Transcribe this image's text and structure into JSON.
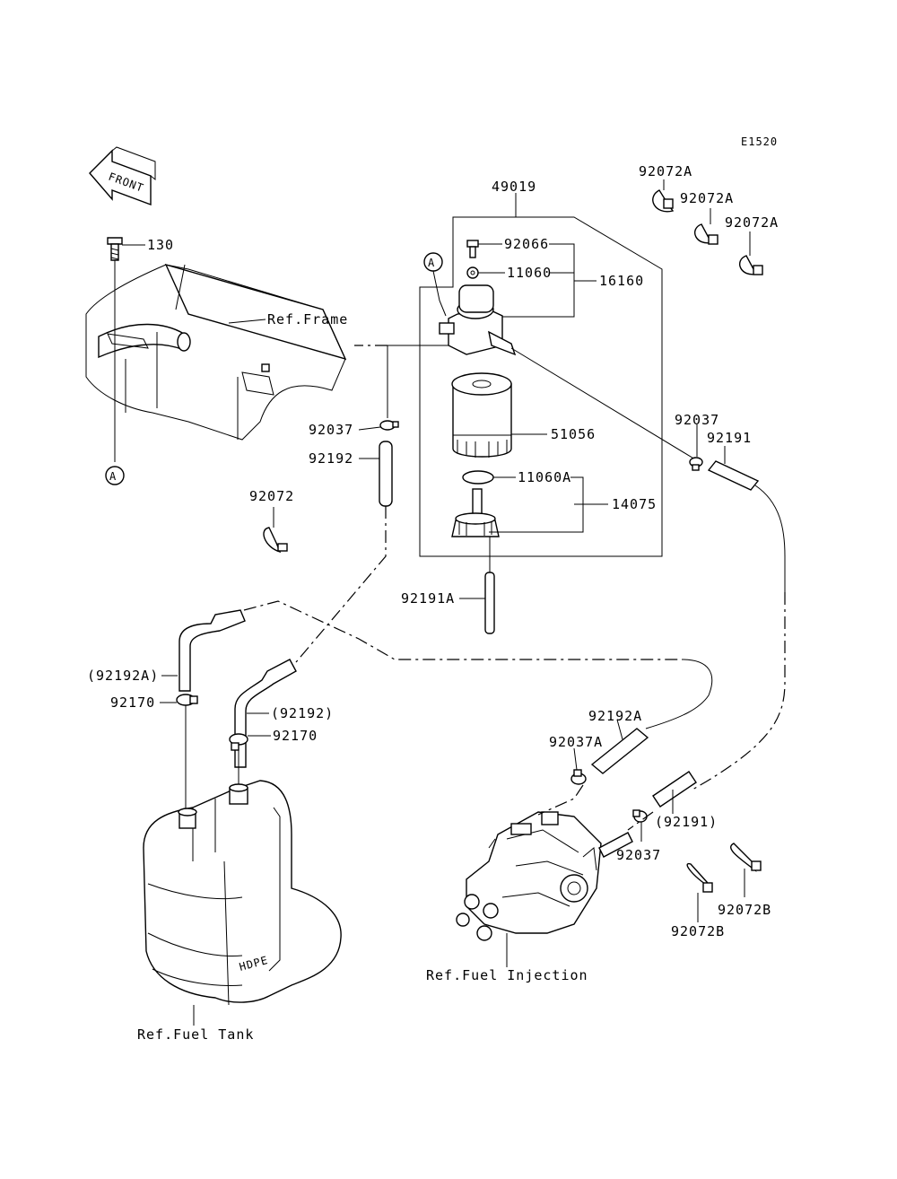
{
  "diagram_code": "E1520",
  "front_label": "FRONT",
  "callout_a": "A",
  "labels": {
    "p49019": "49019",
    "p92066": "92066",
    "p11060": "11060",
    "p16160": "16160",
    "p51056": "51056",
    "p11060A": "11060A",
    "p14075": "14075",
    "p92191A": "92191A",
    "p92037_top": "92037",
    "p92192_top": "92192",
    "p92072": "92072",
    "p92072A_1": "92072A",
    "p92072A_2": "92072A",
    "p92072A_3": "92072A",
    "p92037_right": "92037",
    "p92191_right": "92191",
    "p130": "130",
    "ref_frame": "Ref.Frame",
    "p92192A_paren": "(92192A)",
    "p92170_left": "92170",
    "p92192_paren": "(92192)",
    "p92170_mid": "92170",
    "p92192A": "92192A",
    "p92037A": "92037A",
    "p92191_paren": "(92191)",
    "p92037_bottom": "92037",
    "p92072B_1": "92072B",
    "p92072B_2": "92072B",
    "ref_fuel_injection": "Ref.Fuel Injection",
    "ref_fuel_tank": "Ref.Fuel Tank",
    "tank_marking": "HDPE"
  }
}
